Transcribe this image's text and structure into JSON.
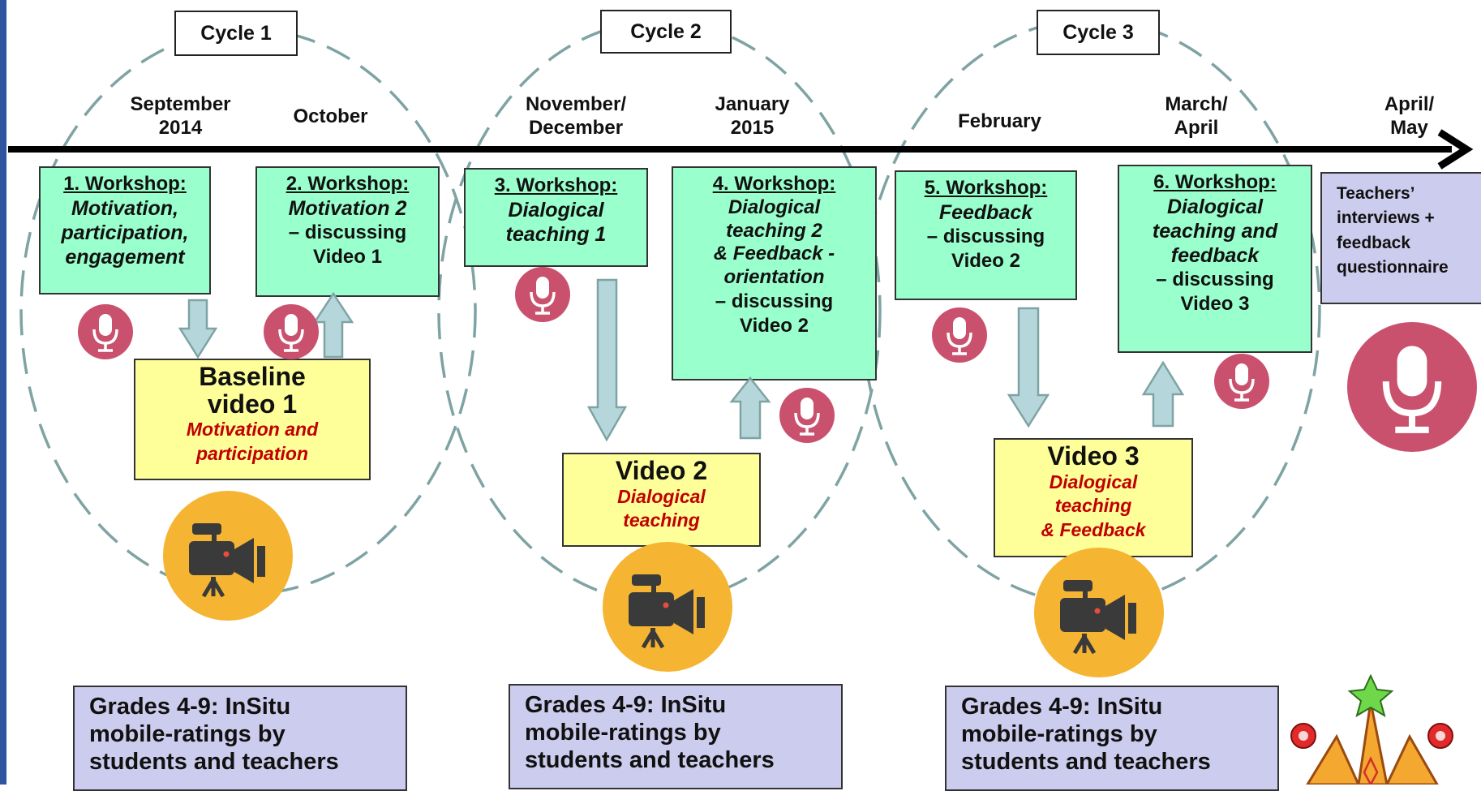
{
  "cycles": [
    {
      "label": "Cycle 1"
    },
    {
      "label": "Cycle 2"
    },
    {
      "label": "Cycle 3"
    }
  ],
  "months": [
    {
      "line1": "September",
      "line2": "2014"
    },
    {
      "line1": "October",
      "line2": ""
    },
    {
      "line1": "November/",
      "line2": "December"
    },
    {
      "line1": "January",
      "line2": "2015"
    },
    {
      "line1": "February",
      "line2": ""
    },
    {
      "line1": "March/",
      "line2": "April"
    },
    {
      "line1": "April/",
      "line2": "May"
    }
  ],
  "workshops": [
    {
      "title": "1. Workshop",
      "subtitle": [
        "Motivation,",
        "participation,",
        "engagement"
      ],
      "detail": []
    },
    {
      "title": "2. Workshop",
      "subtitle": [
        "Motivation 2"
      ],
      "detail": [
        "– discussing",
        "Video 1"
      ]
    },
    {
      "title": "3. Workshop",
      "subtitle": [
        "Dialogical",
        "teaching 1"
      ],
      "detail": []
    },
    {
      "title": "4. Workshop",
      "subtitle": [
        "Dialogical",
        "teaching 2",
        "& Feedback -",
        "orientation"
      ],
      "detail": [
        "– discussing",
        "Video 2"
      ]
    },
    {
      "title": "5. Workshop",
      "subtitle": [
        "Feedback"
      ],
      "detail": [
        "– discussing",
        "Video 2"
      ]
    },
    {
      "title": "6. Workshop",
      "subtitle": [
        "Dialogical",
        "teaching and",
        "feedback"
      ],
      "detail": [
        "– discussing",
        "Video 3"
      ]
    }
  ],
  "videos": [
    {
      "title": [
        "Baseline",
        "video 1"
      ],
      "subtitle": [
        "Motivation and",
        "participation"
      ]
    },
    {
      "title": [
        "Video 2"
      ],
      "subtitle": [
        "Dialogical",
        "teaching"
      ]
    },
    {
      "title": [
        "Video 3"
      ],
      "subtitle": [
        "Dialogical",
        "teaching",
        "& Feedback"
      ]
    }
  ],
  "ratings": [
    {
      "lines": [
        "Grades 4-9: InSitu",
        "mobile-ratings by",
        "students and teachers"
      ]
    },
    {
      "lines": [
        "Grades 4-9: InSitu",
        "mobile-ratings by",
        "students and teachers"
      ]
    },
    {
      "lines": [
        "Grades 4-9: InSitu",
        "mobile-ratings by",
        "students and teachers"
      ]
    }
  ],
  "final": {
    "lines": [
      "Teachers’",
      "interviews +",
      "feedback",
      "questionnaire"
    ]
  },
  "icons": {
    "microphone": "microphone-icon",
    "camera": "video-camera-icon",
    "crown": "crown-logo"
  },
  "colors": {
    "workshop_fill": "#99ffcc",
    "video_fill": "#ffff99",
    "rating_fill": "#ccccee",
    "cycle_ellipse": "#7fa3a3",
    "arrow_fill": "#b5d7dc",
    "mic_circle": "#c9516e",
    "camera_circle": "#f5b432",
    "video_subtitle": "#c00000",
    "left_bar": "#2f55a0"
  }
}
